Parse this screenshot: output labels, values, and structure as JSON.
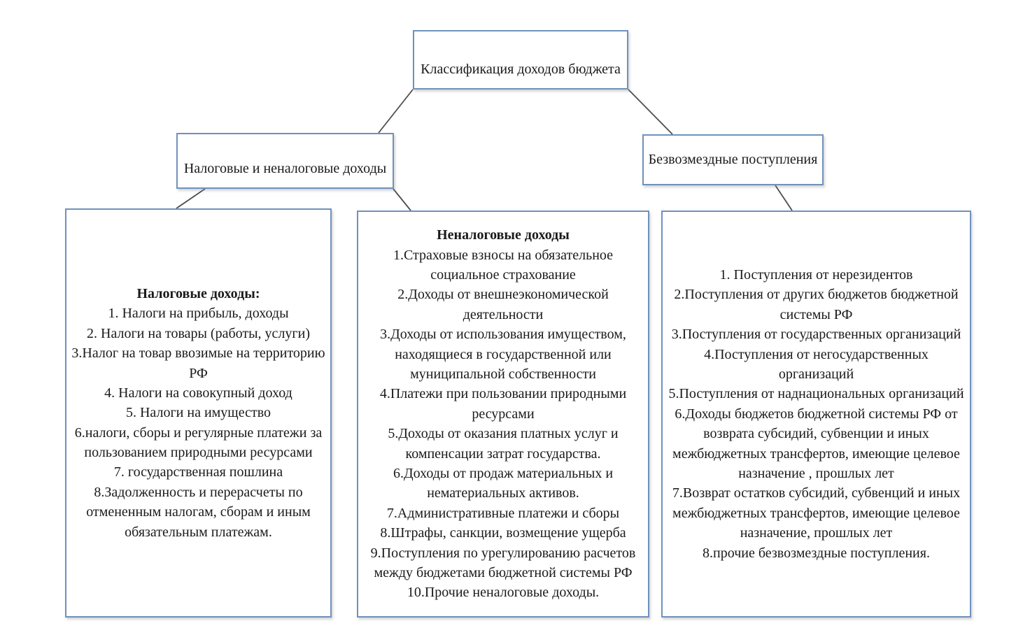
{
  "diagram": {
    "root": {
      "label": "Классификация доходов бюджета"
    },
    "branches": {
      "left": {
        "label": "Налоговые и неналоговые доходы"
      },
      "right": {
        "label": "Безвозмездные поступления"
      }
    },
    "tax_box": {
      "title": "Налоговые доходы:",
      "items": [
        "1. Налоги на прибыль, доходы",
        "2. Налоги на товары (работы, услуги)",
        "3.Налог на товар ввозимые на территорию РФ",
        "4. Налоги на совокупный доход",
        "5. Налоги на имущество",
        "6.налоги, сборы и регулярные платежи за пользованием природными ресурсами",
        "7. государственная пошлина",
        "8.Задолженность и перерасчеты по отмененным налогам, сборам и иным обязательным платежам."
      ]
    },
    "nontax_box": {
      "title": "Неналоговые доходы",
      "items": [
        "1.Страховые взносы на обязательное социальное страхование",
        "2.Доходы от внешнеэкономической деятельности",
        "3.Доходы от использования имуществом, находящиеся в государственной или муниципальной собственности",
        "4.Платежи при пользовании природными ресурсами",
        "5.Доходы от оказания платных услуг и компенсации затрат государства.",
        "6.Доходы от продаж материальных и нематериальных активов.",
        "7.Административные платежи и сборы",
        "8.Штрафы, санкции, возмещение ущерба",
        "9.Поступления по урегулированию расчетов между бюджетами бюджетной системы РФ",
        "10.Прочие неналоговые доходы."
      ]
    },
    "gratuitous_box": {
      "items": [
        "1. Поступления от нерезидентов",
        "2.Поступления от других бюджетов бюджетной системы РФ",
        "3.Поступления от государственных организаций",
        "4.Поступления от негосударственных организаций",
        "5.Поступления от наднациональных организаций",
        "6.Доходы бюджетов бюджетной системы РФ от возврата субсидий, субвенции и иных межбюджетных трансфертов, имеющие целевое назначение , прошлых лет",
        "7.Возврат остатков субсидий, субвенций и иных межбюджетных трансфертов, имеющие целевое назначение, прошлых лет",
        "8.прочие безвозмездные поступления."
      ]
    }
  },
  "colors": {
    "box_border": "#6f91bd",
    "connector_line": "#4d4d4d",
    "background": "#ffffff"
  }
}
